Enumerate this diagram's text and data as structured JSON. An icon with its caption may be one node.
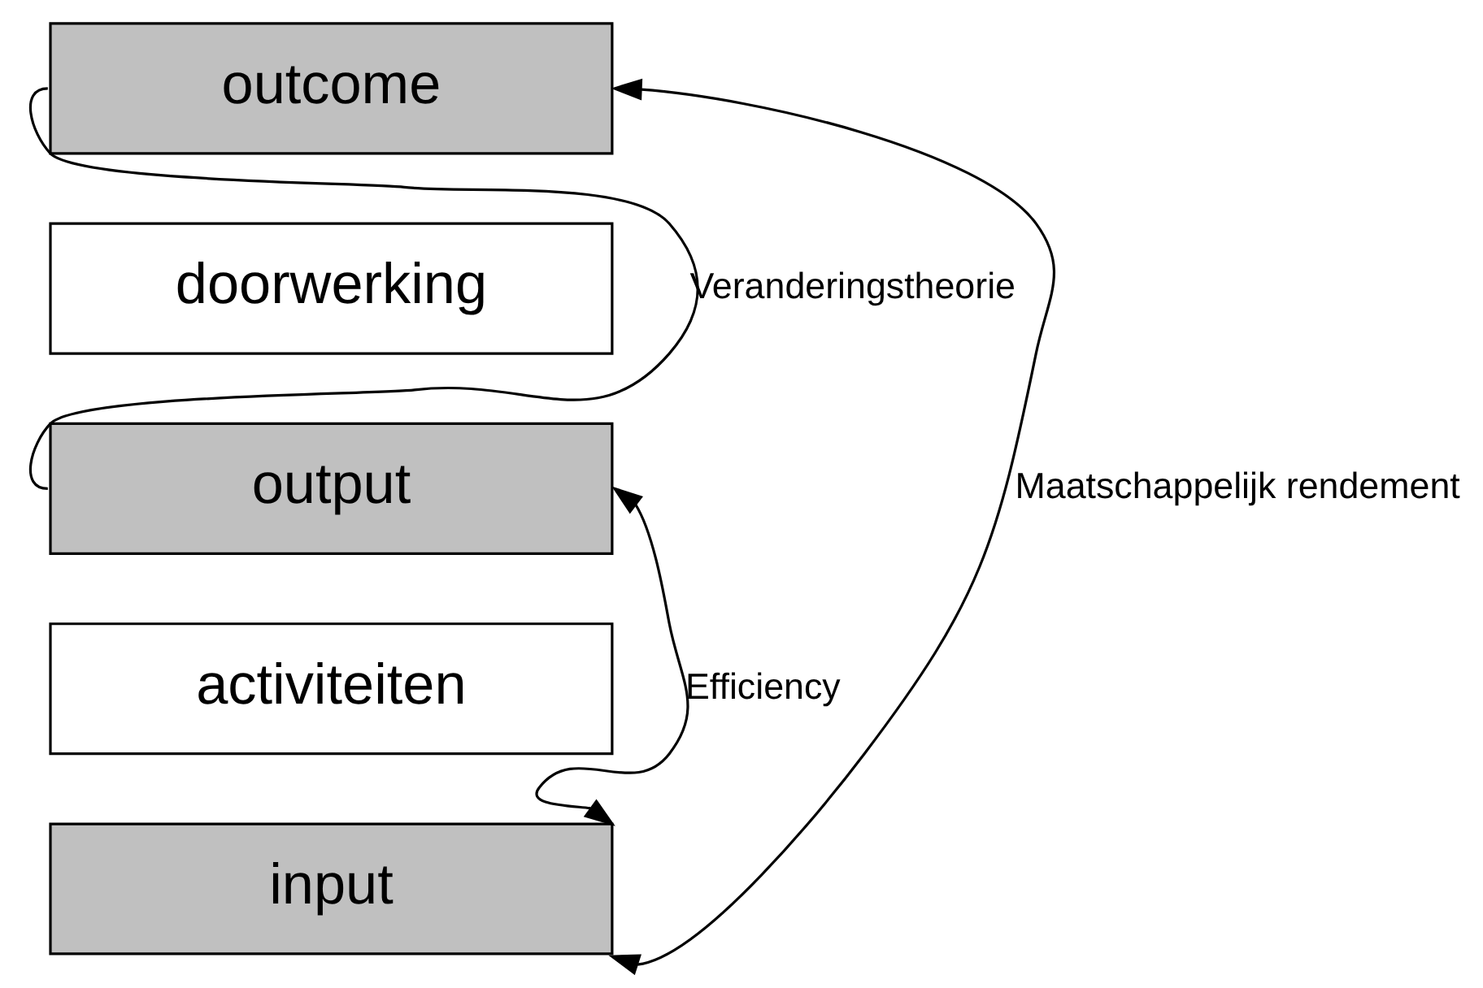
{
  "diagram": {
    "nodes": [
      {
        "text": [
          "outcome"
        ]
      },
      {
        "text": [
          "doorwerking"
        ]
      },
      {
        "text": [
          "output"
        ]
      },
      {
        "text": [
          "activiteiten"
        ]
      },
      {
        "text": [
          "input"
        ]
      }
    ],
    "edges": [
      {
        "from": 0,
        "to": 2,
        "arrow": "none",
        "label": "Veranderingstheorie"
      },
      {
        "from": 4,
        "to": 2,
        "arrow": "both",
        "label": "Efficiency"
      },
      {
        "from": 4,
        "to": 0,
        "arrow": "both",
        "label": "Maatschappelijk rendement"
      }
    ]
  }
}
